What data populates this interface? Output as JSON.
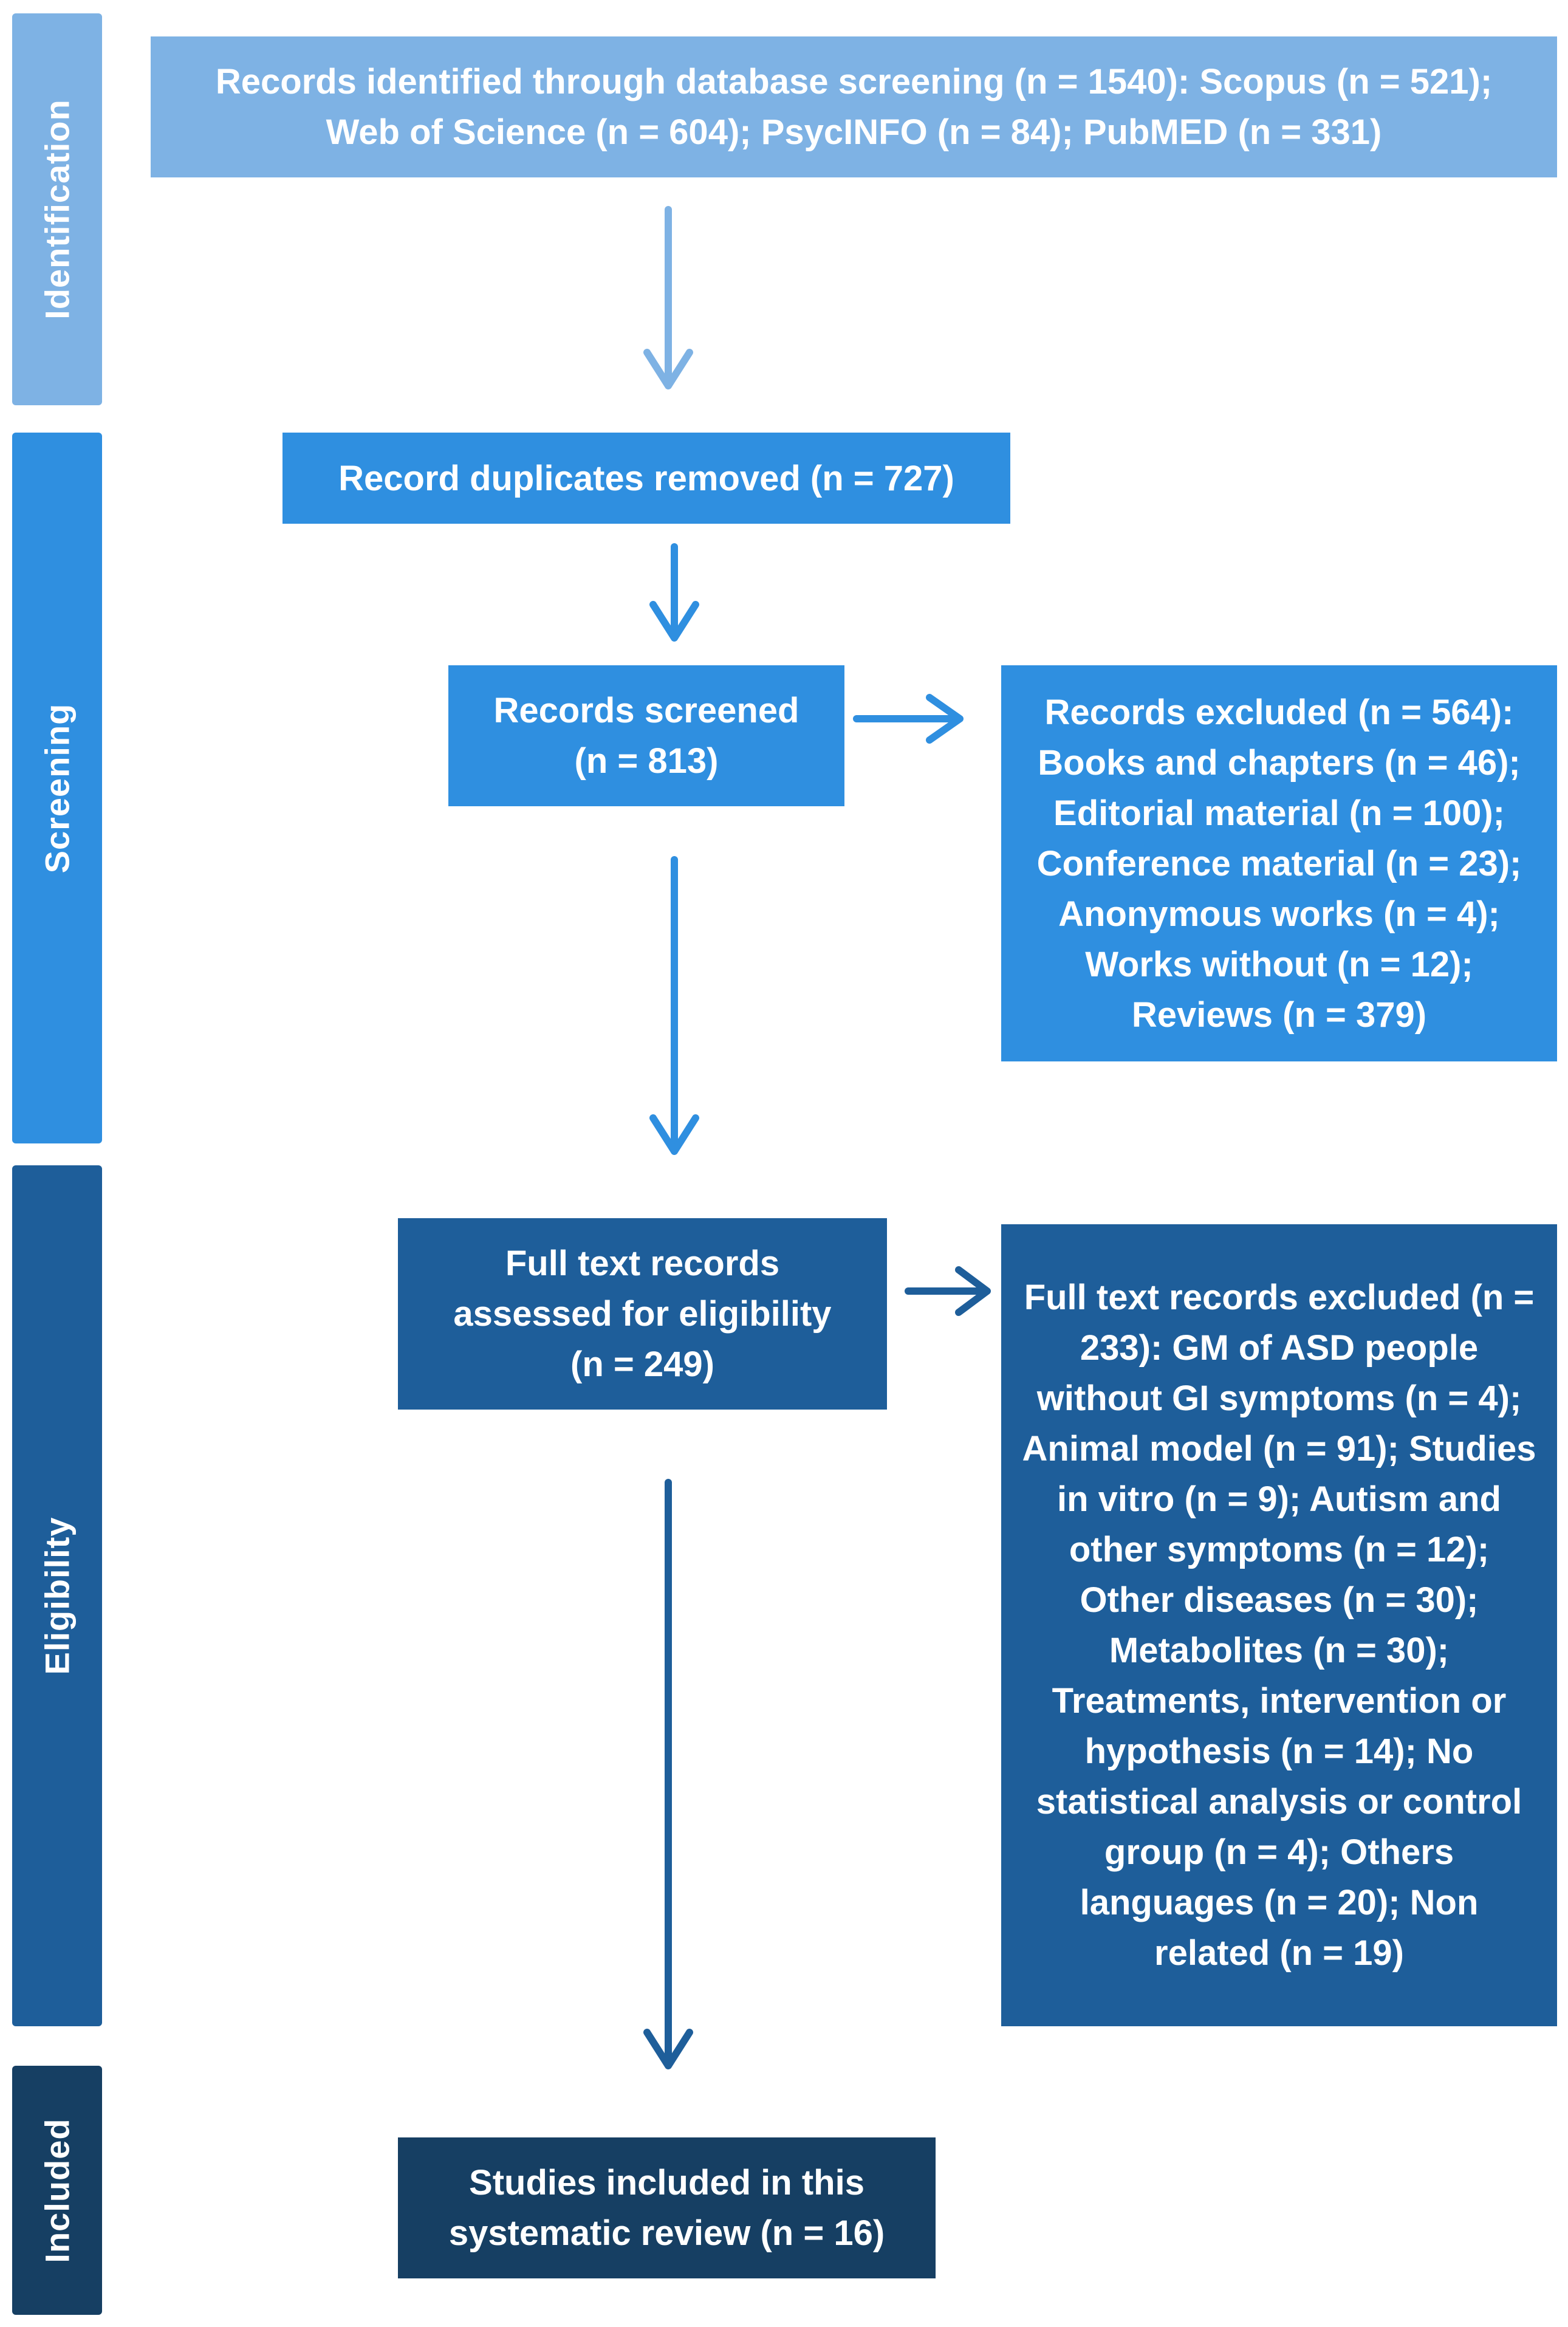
{
  "stages": {
    "identification": "Identification",
    "screening": "Screening",
    "eligibility": "Eligibility",
    "included": "Included"
  },
  "boxes": {
    "records_identified": "Records identified through database screening (n = 1540): Scopus (n = 521); Web of Science (n = 604); PsycINFO (n = 84); PubMED (n = 331)",
    "duplicates_removed": "Record duplicates removed (n = 727)",
    "records_screened": "Records screened (n = 813)",
    "records_excluded": "Records excluded (n = 564): Books and chapters (n = 46); Editorial material (n = 100); Conference material (n = 23); Anonymous works (n = 4); Works without (n = 12); Reviews (n = 379)",
    "fulltext_assessed": "Full text records assessed for eligibility (n = 249)",
    "fulltext_excluded": "Full text records excluded (n = 233): GM of ASD people without GI symptoms (n = 4); Animal model (n = 91); Studies in vitro (n = 9); Autism and other symptoms (n = 12); Other diseases (n = 30); Metabolites (n = 30); Treatments, intervention or hypothesis (n = 14); No statistical analysis or control group (n = 4); Others languages (n = 20); Non related (n = 19)",
    "studies_included": "Studies included in this systematic review (n = 16)"
  },
  "colors": {
    "identification": "#7eb2e4",
    "screening": "#2f8fe0",
    "eligibility": "#1e5e9a",
    "included": "#163f63"
  }
}
